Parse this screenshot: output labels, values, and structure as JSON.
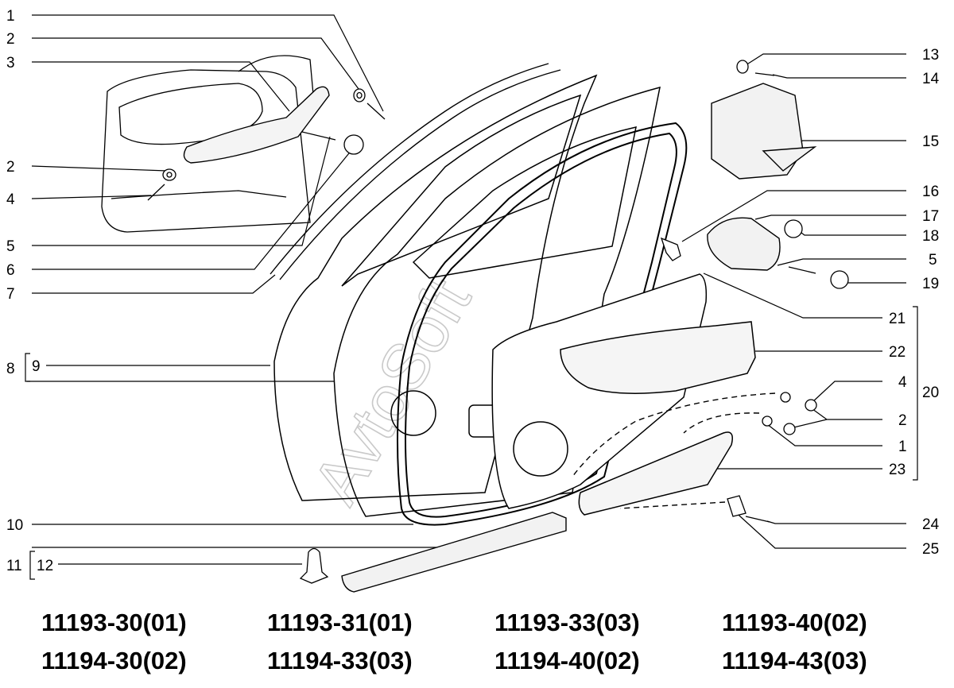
{
  "watermark": "AvtoSoft",
  "callouts": {
    "c1": "1",
    "c2": "2",
    "c3": "3",
    "c2b": "2",
    "c4": "4",
    "c5": "5",
    "c6": "6",
    "c7": "7",
    "c8": "8",
    "c9": "9",
    "c10": "10",
    "c11": "11",
    "c12": "12",
    "c13": "13",
    "c14": "14",
    "c15": "15",
    "c16": "16",
    "c17": "17",
    "c18": "18",
    "c5b": "5",
    "c19": "19",
    "c21": "21",
    "c22": "22",
    "c4b": "4",
    "c20": "20",
    "c2c": "2",
    "c1b": "1",
    "c23": "23",
    "c24": "24",
    "c25": "25"
  },
  "codes": {
    "r1c1": "11193-30(01)",
    "r1c2": "11193-31(01)",
    "r1c3": "11193-33(03)",
    "r1c4": "11193-40(02)",
    "r2c1": "11194-30(02)",
    "r2c2": "11194-33(03)",
    "r2c3": "11194-40(02)",
    "r2c4": "11194-43(03)"
  }
}
